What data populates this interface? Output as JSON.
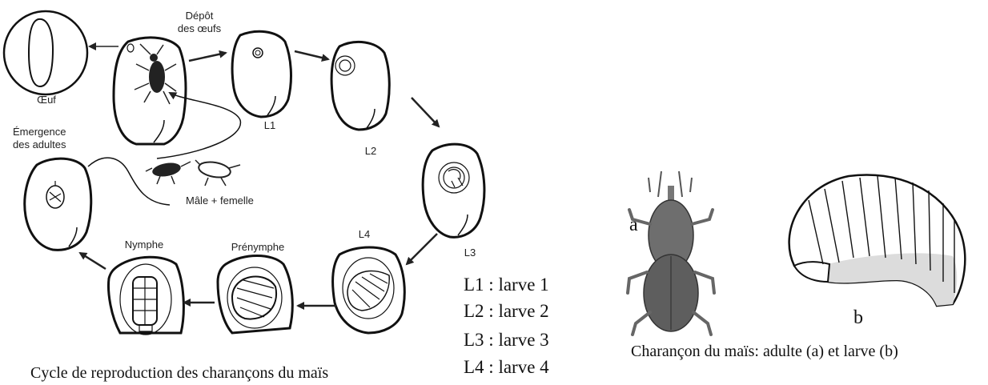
{
  "cycle": {
    "labels": {
      "oeuf": "Œuf",
      "depot": [
        "Dépôt",
        "des œufs"
      ],
      "l1": "L1",
      "l2": "L2",
      "l3": "L3",
      "l4": "L4",
      "emergence": [
        "Émergence",
        "des adultes"
      ],
      "male_femelle": "Mâle + femelle",
      "nymphe": "Nymphe",
      "prenymphe": "Prénymphe"
    },
    "caption": "Cycle de reproduction des charançons du maïs"
  },
  "legend": [
    "L1 : larve 1",
    "L2 : larve 2",
    "L3 : larve 3",
    "L4 : larve 4"
  ],
  "specimen": {
    "letter_a": "a",
    "letter_b": "b",
    "caption": "Charançon du maïs: adulte (a) et larve (b)"
  },
  "colors": {
    "outline": "#111111",
    "arrow": "#222222",
    "larva_fill": "#dcdcdc",
    "beetle_fill": "#6e6e6e"
  }
}
